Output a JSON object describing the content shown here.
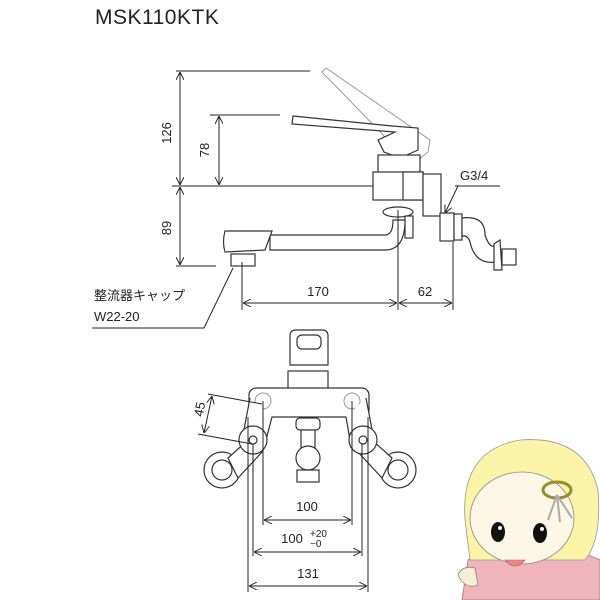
{
  "title": "MSK110KTK",
  "side_view": {
    "dim_total_height": "126",
    "dim_handle_height": "78",
    "dim_lower_height": "89",
    "dim_spout_reach": "170",
    "dim_inlet_offset": "62",
    "thread_label": "G3/4",
    "aerator_label": "整流器キャップ",
    "aerator_spec": "W22-20"
  },
  "top_view": {
    "dim_leg_length": "45",
    "dim_center_distance": "100",
    "dim_adjust_base": "100",
    "dim_tolerance_plus": "+20",
    "dim_tolerance_minus": "−0",
    "dim_overall_width": "131"
  }
}
